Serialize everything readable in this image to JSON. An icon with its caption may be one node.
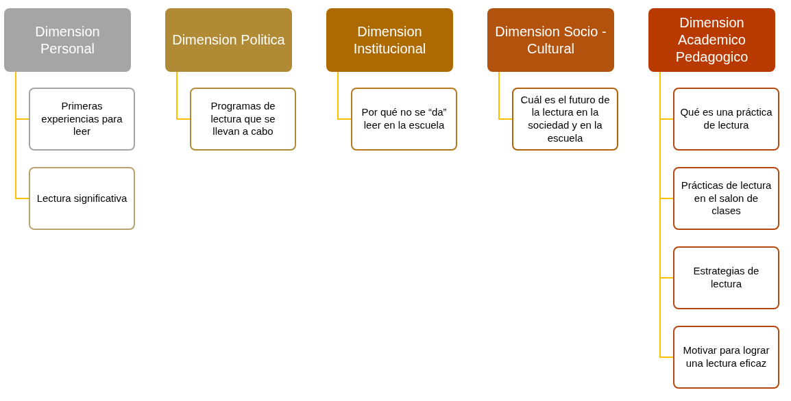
{
  "diagram": {
    "nodes": [
      {
        "text": [
          "Dimension Personal"
        ]
      },
      {
        "text": [
          "Primeras experiencias para leer"
        ]
      },
      {
        "text": [
          "Lectura significativa"
        ]
      },
      {
        "text": [
          "Dimension Politica"
        ]
      },
      {
        "text": [
          "Programas de lectura que se llevan a cabo"
        ]
      },
      {
        "text": [
          "Dimension Institucional"
        ]
      },
      {
        "text": [
          "Por qué no se “da” leer en la escuela"
        ]
      },
      {
        "text": [
          "Dimension Socio - Cultural"
        ]
      },
      {
        "text": [
          "Cuál es el futuro de la lectura en la sociedad y en la escuela"
        ]
      },
      {
        "text": [
          "Dimension Academico Pedagogico"
        ]
      },
      {
        "text": [
          "Qué es una práctica de lectura"
        ]
      },
      {
        "text": [
          "Prácticas de lectura en el salon de clases"
        ]
      },
      {
        "text": [
          "Estrategias de lectura"
        ]
      },
      {
        "text": [
          "Motivar para lograr una lectura eficaz"
        ]
      }
    ],
    "edges": [
      {
        "from": 0,
        "to": 1,
        "arrow": "none"
      },
      {
        "from": 0,
        "to": 2,
        "arrow": "none"
      },
      {
        "from": 3,
        "to": 4,
        "arrow": "none"
      },
      {
        "from": 5,
        "to": 6,
        "arrow": "none"
      },
      {
        "from": 7,
        "to": 8,
        "arrow": "none"
      },
      {
        "from": 9,
        "to": 10,
        "arrow": "none"
      },
      {
        "from": 9,
        "to": 11,
        "arrow": "none"
      },
      {
        "from": 9,
        "to": 12,
        "arrow": "none"
      },
      {
        "from": 9,
        "to": 13,
        "arrow": "none"
      }
    ]
  }
}
